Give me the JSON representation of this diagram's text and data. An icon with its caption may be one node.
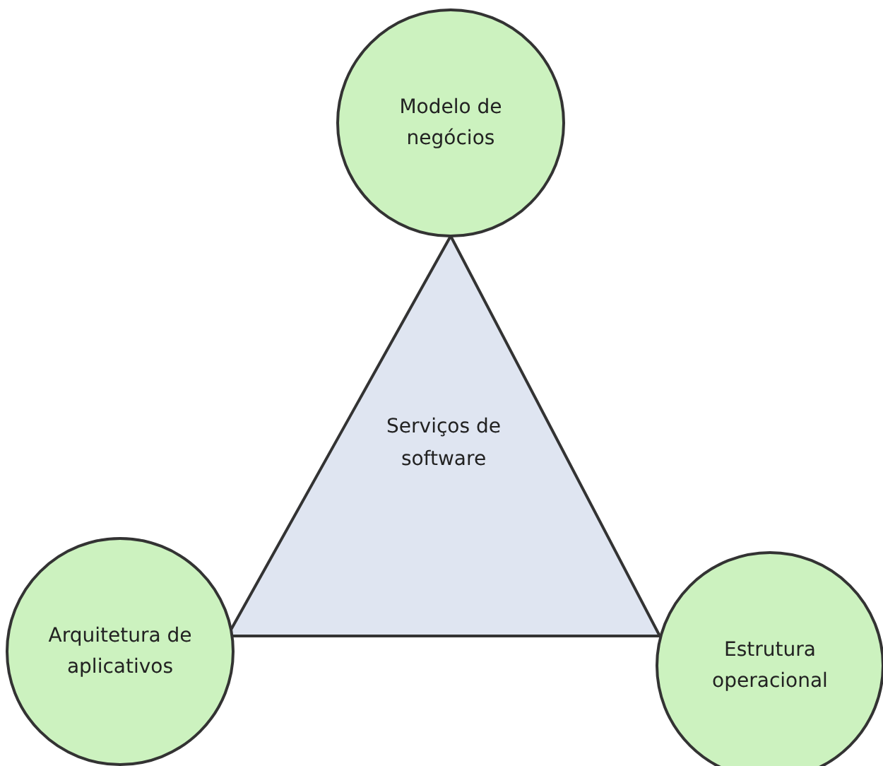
{
  "diagram": {
    "nodes": [
      {
        "text": [
          "Modelo de negócios"
        ]
      },
      {
        "text": [
          "Serviços de software"
        ]
      },
      {
        "text": [
          "Arquitetura de aplicativos"
        ]
      },
      {
        "text": [
          "Estrutura operacional"
        ]
      }
    ]
  }
}
